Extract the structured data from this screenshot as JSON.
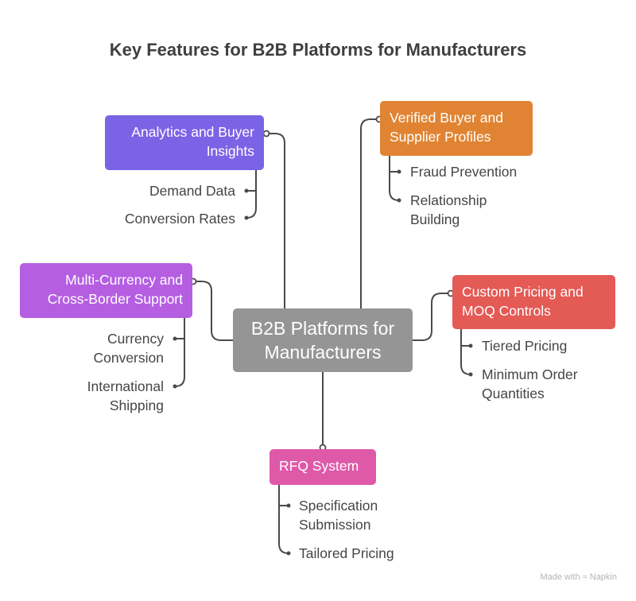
{
  "title": "Key Features for B2B Platforms for Manufacturers",
  "center": {
    "label_line1": "B2B Platforms for",
    "label_line2": "Manufacturers",
    "color": "#959595"
  },
  "branches": [
    {
      "id": "analytics",
      "label_line1": "Analytics and Buyer",
      "label_line2": "Insights",
      "color": "#7b63e6",
      "children": [
        {
          "label": "Demand Data"
        },
        {
          "label": "Conversion Rates"
        }
      ]
    },
    {
      "id": "verified",
      "label_line1": "Verified Buyer and",
      "label_line2": "Supplier Profiles",
      "color": "#e08433",
      "children": [
        {
          "label": "Fraud Prevention"
        },
        {
          "label_line1": "Relationship",
          "label_line2": "Building"
        }
      ]
    },
    {
      "id": "multicurrency",
      "label_line1": "Multi-Currency and",
      "label_line2": "Cross-Border Support",
      "color": "#b55ee2",
      "children": [
        {
          "label_line1": "Currency",
          "label_line2": "Conversion"
        },
        {
          "label_line1": "International",
          "label_line2": "Shipping"
        }
      ]
    },
    {
      "id": "pricing",
      "label_line1": "Custom Pricing and",
      "label_line2": "MOQ Controls",
      "color": "#e45a55",
      "children": [
        {
          "label": "Tiered Pricing"
        },
        {
          "label_line1": "Minimum Order",
          "label_line2": "Quantities"
        }
      ]
    },
    {
      "id": "rfq",
      "label": "RFQ System",
      "color": "#df59a9",
      "children": [
        {
          "label_line1": "Specification",
          "label_line2": "Submission"
        },
        {
          "label": "Tailored Pricing"
        }
      ]
    }
  ],
  "footer": {
    "text": "Made with",
    "brand": "Napkin",
    "icon": "napkin-logo-icon"
  }
}
